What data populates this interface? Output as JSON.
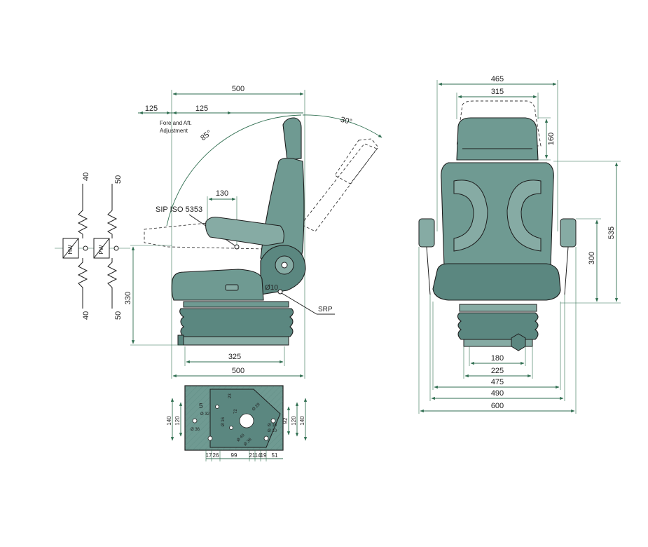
{
  "side_view": {
    "dim_top_width": "500",
    "dim_fore_left": "125",
    "dim_fore_right": "125",
    "fore_aft_line1": "Fore and Aft.",
    "fore_aft_line2": "Adjustment",
    "angle_recline": "85°",
    "angle_back": "30°",
    "dim_armrest": "130",
    "sip_label": "SIP ISO 5353",
    "srp_label": "SRP",
    "diameter_label": "Ø10",
    "dim_height": "330",
    "dim_base": "325",
    "dim_bottom_width": "500"
  },
  "suspension": {
    "hw_label": "HW",
    "pw_label": "PW",
    "hw_up": "40",
    "hw_down": "40",
    "pw_up": "50",
    "pw_down": "50"
  },
  "front_view": {
    "dim_465": "465",
    "dim_315": "315",
    "dim_160": "160",
    "dim_535": "535",
    "dim_300": "300",
    "dim_180": "180",
    "dim_225": "225",
    "dim_475": "475",
    "dim_490": "490",
    "dim_600": "600"
  },
  "base_plate": {
    "dim_140_left": "140",
    "dim_120_left": "120",
    "dim_140_right": "140",
    "dim_120_right": "120",
    "dim_92": "92",
    "bottom_17": "17",
    "bottom_26": "26",
    "bottom_99": "99",
    "bottom_21": "21",
    "bottom_14": "14",
    "bottom_19": "19",
    "bottom_51": "51",
    "hole_d36_left": "Ø 36",
    "hole_d32": "Ø 32",
    "hole_d16": "Ø 16",
    "hole_d29": "Ø 29",
    "hole_d40": "Ø 40",
    "hole_d36_bottom": "Ø 36",
    "hole_d10_a": "Ø 10",
    "hole_d10_b": "Ø 10",
    "num_5": "5",
    "num_23": "23",
    "num_72": "72"
  },
  "colors": {
    "seat_fill": "#6f9a92",
    "dimension_lines": "#2f6e50"
  }
}
